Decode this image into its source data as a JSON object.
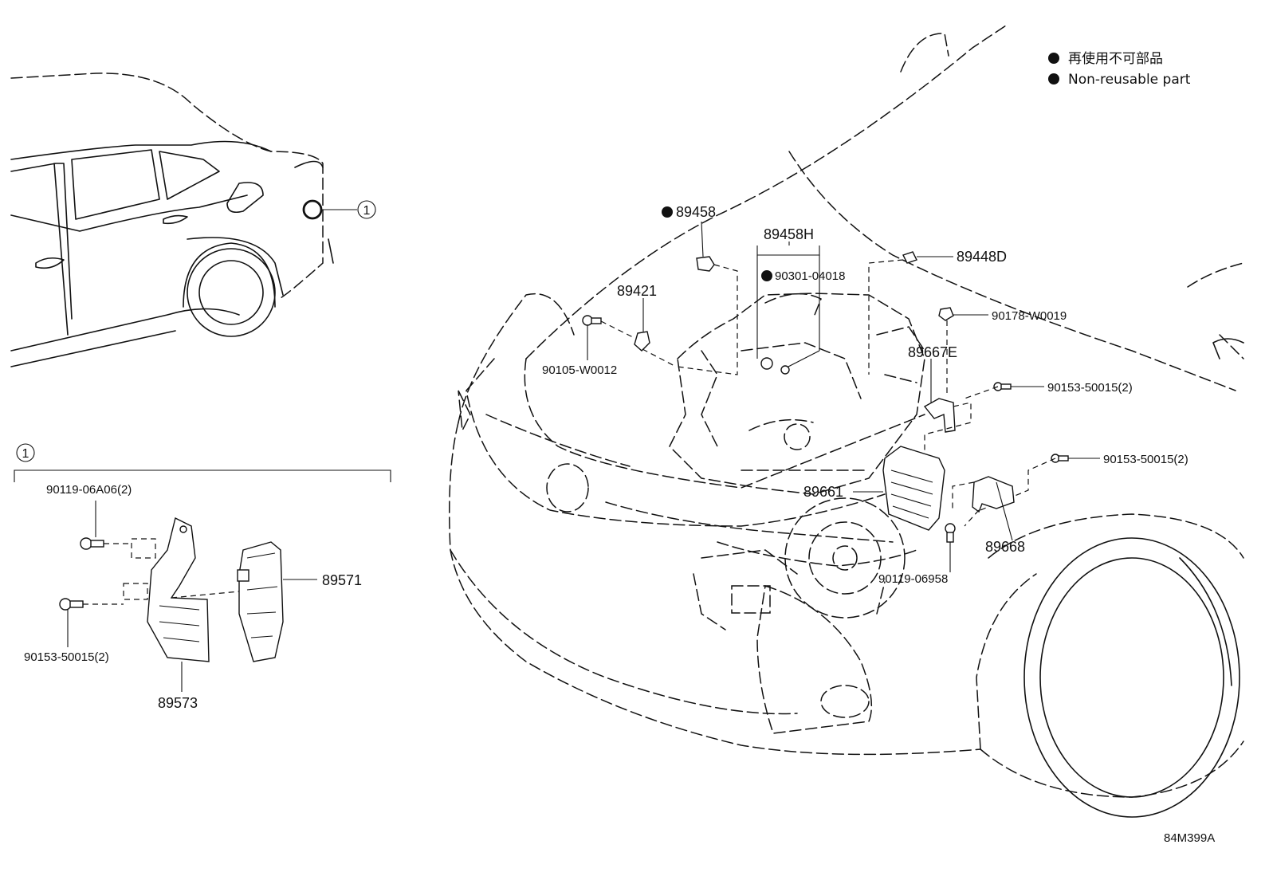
{
  "legend": {
    "items": [
      {
        "symbol": "filled-circle",
        "text": "再使用不可部品"
      },
      {
        "symbol": "filled-circle",
        "text": "Non-reusable part"
      }
    ]
  },
  "callout_marker": "1",
  "detail_box_marker": "1",
  "part_labels": {
    "p89458": "89458",
    "p89458H": "89458H",
    "p90301": "90301-04018",
    "p89421": "89421",
    "p89448D": "89448D",
    "p90178": "90178-W0019",
    "p90105": "90105-W0012",
    "p89667E": "89667E",
    "p90153a": "90153-50015(2)",
    "p90153b": "90153-50015(2)",
    "p89661": "89661",
    "p89668": "89668",
    "p90119b": "90119-06958",
    "p90119a": "90119-06A06(2)",
    "p89571": "89571",
    "p90153c": "90153-50015(2)",
    "p89573": "89573"
  },
  "figure_code": "84M399A"
}
